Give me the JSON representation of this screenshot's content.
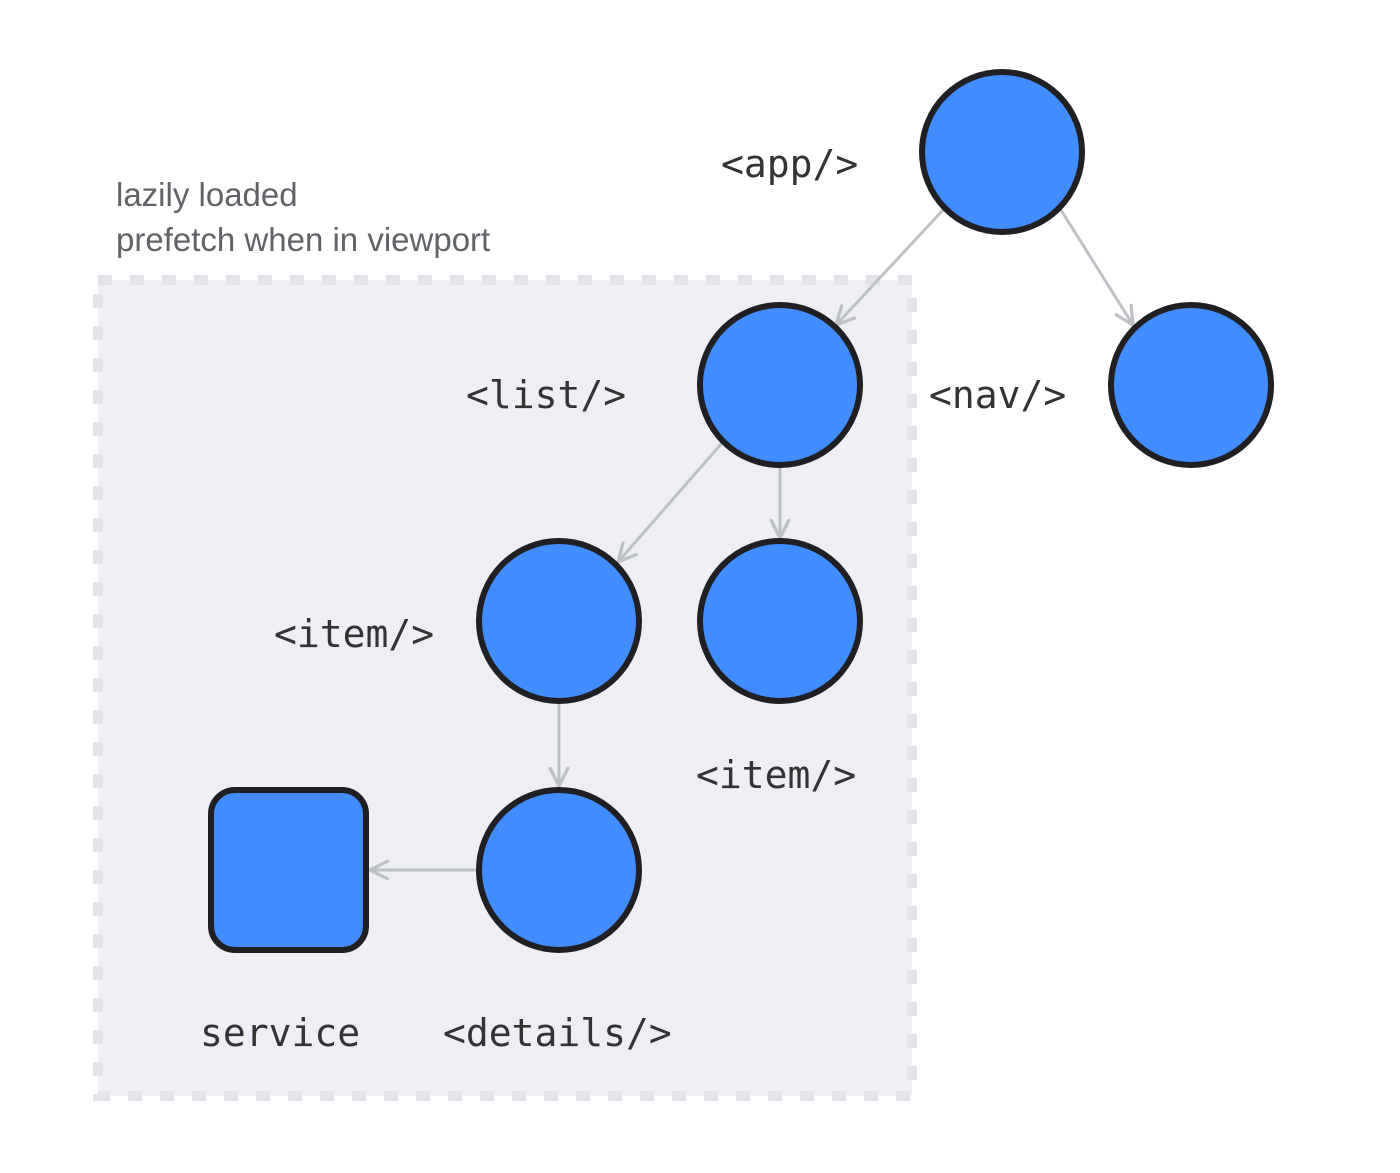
{
  "region": {
    "caption_line1": "lazily loaded",
    "caption_line2": "prefetch when in viewport"
  },
  "nodes": {
    "app": {
      "label": "<app/>",
      "shape": "circle"
    },
    "list": {
      "label": "<list/>",
      "shape": "circle"
    },
    "nav": {
      "label": "<nav/>",
      "shape": "circle"
    },
    "item_left": {
      "label": "<item/>",
      "shape": "circle"
    },
    "item_right": {
      "label": "<item/>",
      "shape": "circle"
    },
    "details": {
      "label": "<details/>",
      "shape": "circle"
    },
    "service": {
      "label": "service",
      "shape": "rounded-square"
    }
  },
  "edges": [
    {
      "from": "app",
      "to": "list"
    },
    {
      "from": "app",
      "to": "nav"
    },
    {
      "from": "list",
      "to": "item_left"
    },
    {
      "from": "list",
      "to": "item_right"
    },
    {
      "from": "item_left",
      "to": "details"
    },
    {
      "from": "details",
      "to": "service"
    }
  ],
  "colors": {
    "node_fill": "#418cfe",
    "node_stroke": "#1f1f24",
    "edge": "#bdc0c4",
    "region_fill": "#eeeff4",
    "region_dash": "#e3e4e9",
    "caption_text": "#5f6368",
    "label_text": "#333333"
  }
}
